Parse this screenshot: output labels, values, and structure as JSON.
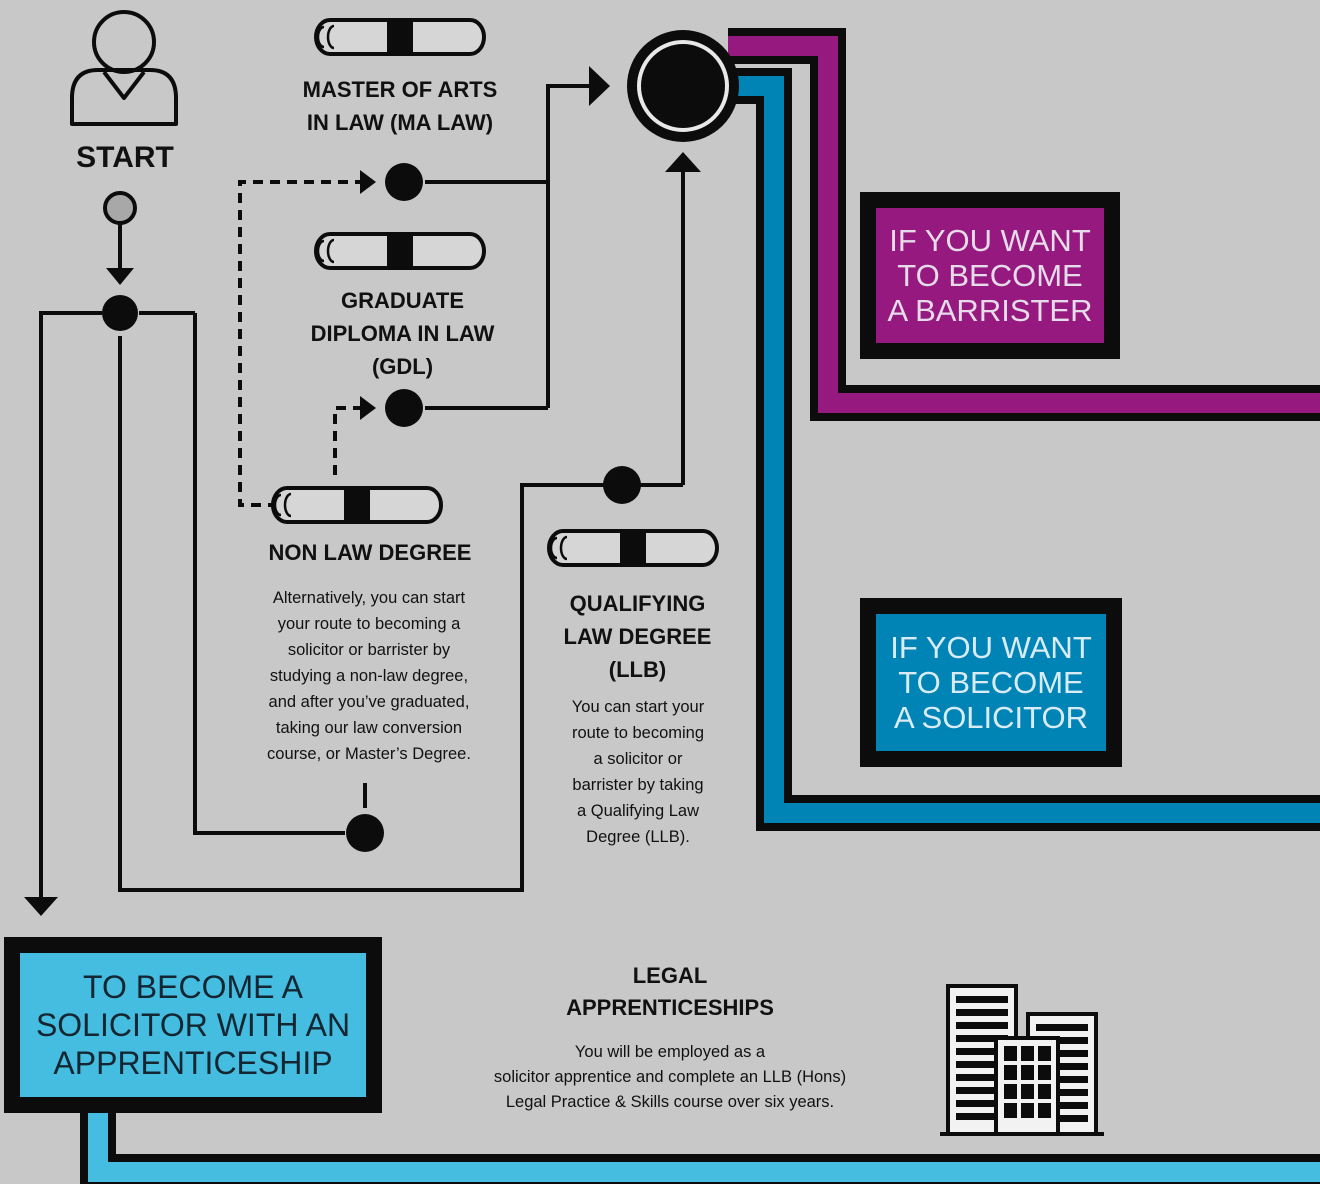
{
  "start": {
    "label": "START"
  },
  "degrees": {
    "ma_law": {
      "title_line1": "MASTER OF ARTS",
      "title_line2": "IN LAW (MA LAW)"
    },
    "gdl": {
      "title_line1": "GRADUATE",
      "title_line2": "DIPLOMA IN LAW",
      "title_line3": "(GDL)"
    },
    "non_law": {
      "title": "NON LAW DEGREE",
      "desc_lines": [
        "Alternatively, you can start",
        "your route to becoming a",
        "solicitor or barrister by",
        "studying a non-law degree,",
        "and after you’ve graduated,",
        "taking our law conversion",
        "course, or Master’s Degree."
      ]
    },
    "llb": {
      "title_line1": "QUALIFYING",
      "title_line2": "LAW DEGREE",
      "title_line3": "(LLB)",
      "desc_lines": [
        "You can start your",
        "route to becoming",
        "a solicitor or",
        "barrister by taking",
        "a Qualifying Law",
        "Degree (LLB)."
      ]
    }
  },
  "outcomes": {
    "barrister": {
      "lines": [
        "IF YOU WANT",
        "TO BECOME",
        "A BARRISTER"
      ],
      "color": "#96197f"
    },
    "solicitor": {
      "lines": [
        "IF YOU WANT",
        "TO BECOME",
        "A SOLICITOR"
      ],
      "color": "#0084b6"
    },
    "apprenticeship": {
      "lines": [
        "TO BECOME A",
        "SOLICITOR WITH AN",
        "APPRENTICESHIP"
      ],
      "color": "#45bde1"
    }
  },
  "apprenticeships": {
    "title_line1": "LEGAL",
    "title_line2": "APPRENTICESHIPS",
    "desc_lines": [
      "You will be employed as a",
      "solicitor apprentice and complete an LLB (Hons)",
      "Legal Practice & Skills course over six years."
    ]
  },
  "colors": {
    "background": "#c8c8c8",
    "line": "#0c0c0c",
    "barrister": "#96197f",
    "solicitor": "#0084b6",
    "apprenticeship": "#45bde1",
    "start_node": "#a8a8a8"
  },
  "icons": {
    "person": "person-icon",
    "scroll": "diploma-scroll-icon",
    "buildings": "office-buildings-icon",
    "hub": "hub-node-icon"
  }
}
